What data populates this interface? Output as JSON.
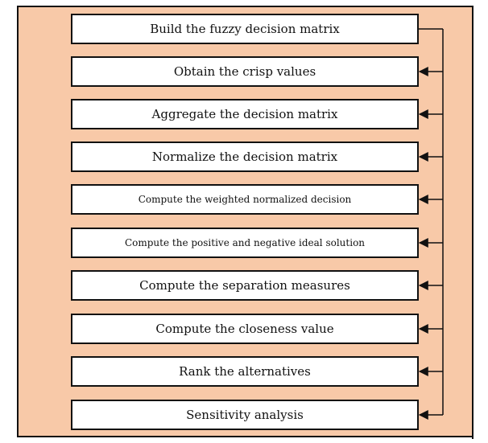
{
  "colors": {
    "panel_background": "#f8c9a8",
    "box_background": "#ffffff",
    "line": "#111111"
  },
  "steps": [
    {
      "label": "Build the fuzzy decision matrix",
      "small": false
    },
    {
      "label": "Obtain the crisp values",
      "small": false
    },
    {
      "label": "Aggregate the decision matrix",
      "small": false
    },
    {
      "label": "Normalize the decision matrix",
      "small": false
    },
    {
      "label": "Compute the weighted normalized decision",
      "small": true
    },
    {
      "label": "Compute the positive and negative ideal solution",
      "small": true
    },
    {
      "label": "Compute the separation measures",
      "small": false
    },
    {
      "label": "Compute the closeness value",
      "small": false
    },
    {
      "label": "Rank the alternatives",
      "small": false
    },
    {
      "label": "Sensitivity analysis",
      "small": false
    }
  ]
}
